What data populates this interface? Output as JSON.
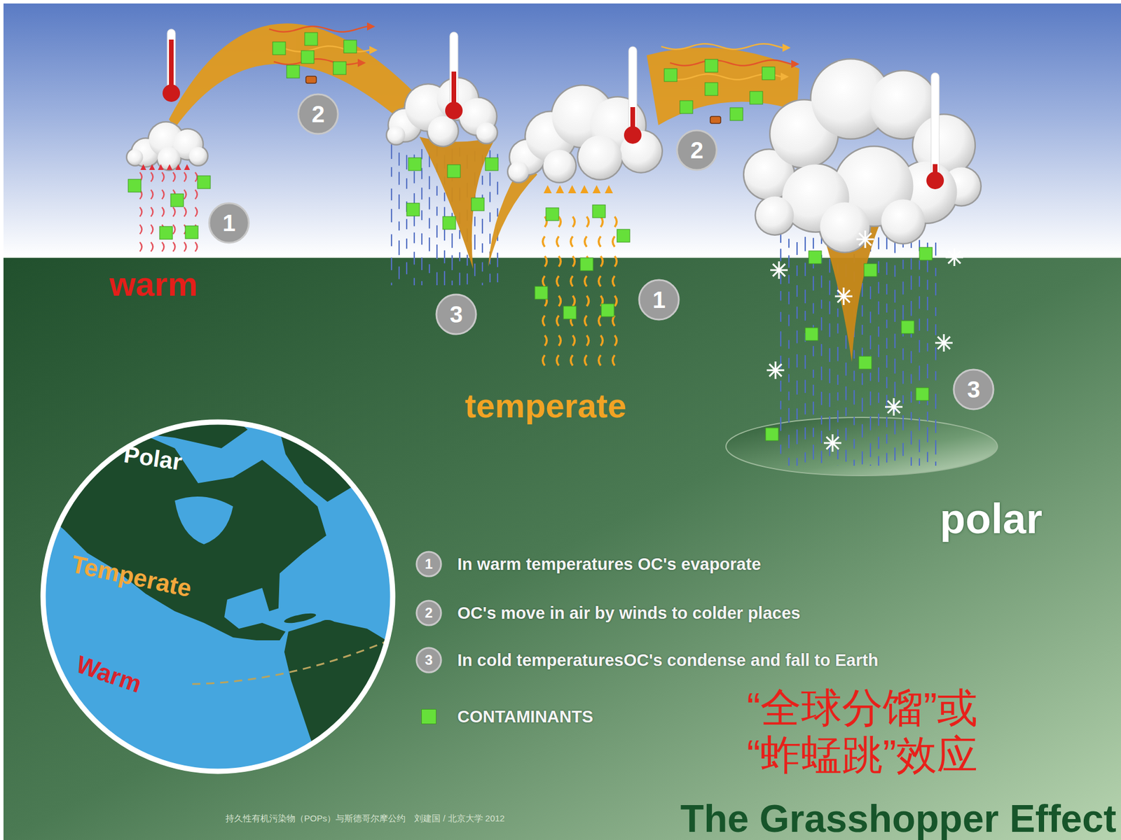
{
  "diagram": {
    "title": "The Grasshopper Effect",
    "labels": [
      "2",
      "1",
      "warm",
      "3",
      "1",
      "2",
      "temperate",
      "3",
      "polar",
      "Polar",
      "Temperate",
      "Warm",
      "1",
      "2",
      "3",
      "“全球分馏”或 “蚱蜢跳”效应",
      "持久性有机污染物（POPs）与斯德哥尔摩公约　刘建国 / 北京大学 2012"
    ],
    "legend": [
      {
        "text": "In warm temperatures OC's evaporate"
      },
      {
        "text": "OC's move in air by winds to colder places"
      },
      {
        "text": "In cold temperaturesOC's condense and fall to Earth"
      },
      {
        "text": "CONTAMINANTS",
        "color": "#66e03a"
      }
    ]
  }
}
